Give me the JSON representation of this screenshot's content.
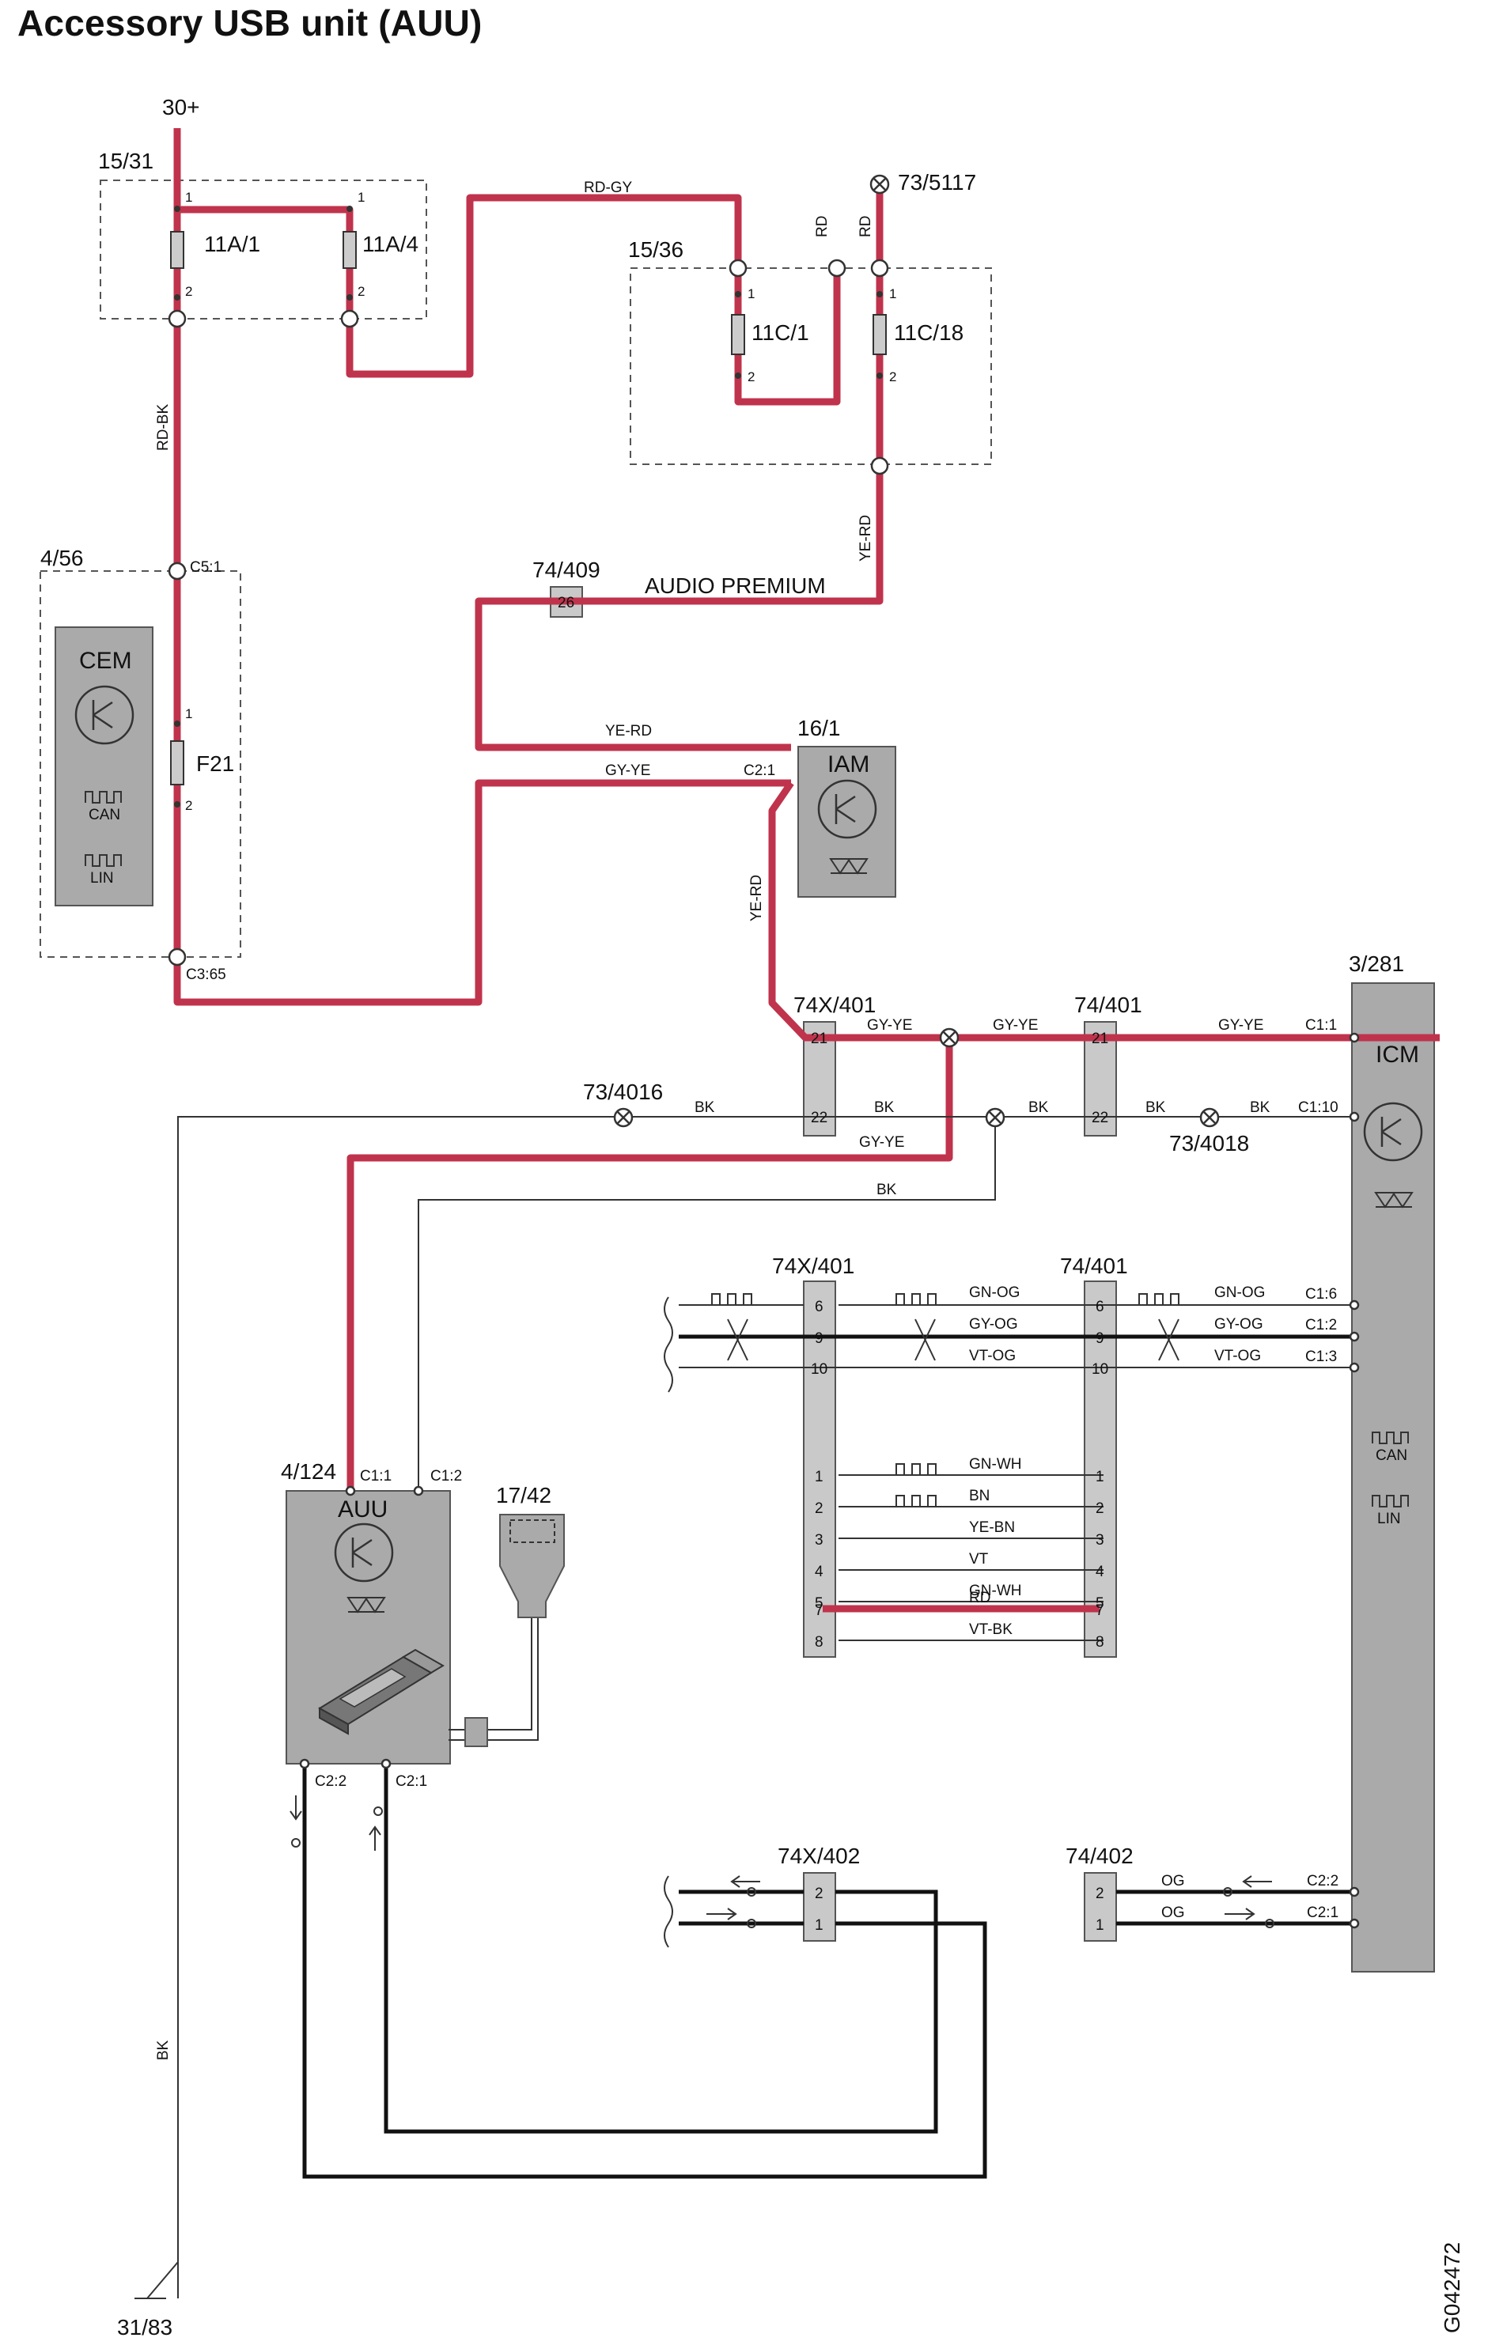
{
  "title": "Accessory USB unit (AUU)",
  "drawing_id": "G042472",
  "power": {
    "supply": "30+",
    "ground": "31/83"
  },
  "fuse_boxes": [
    {
      "id": "15/31",
      "fuses": [
        "11A/1",
        "11A/4"
      ]
    },
    {
      "id": "15/36",
      "fuses": [
        "11C/1",
        "11C/18"
      ]
    }
  ],
  "splices": [
    "73/5117",
    "73/4016",
    "73/4018"
  ],
  "cem": {
    "ref": "4/56",
    "name": "CEM",
    "fuse": "F21",
    "pin_in": "C5:1",
    "pin_out": "C3:65",
    "bus_can": "CAN",
    "bus_lin": "LIN"
  },
  "iam": {
    "ref": "16/1",
    "name": "IAM",
    "pin": "C2:1"
  },
  "icm": {
    "ref": "3/281",
    "name": "ICM",
    "bus_can": "CAN",
    "bus_lin": "LIN",
    "pins": [
      "C1:1",
      "C1:10",
      "C1:6",
      "C1:2",
      "C1:3",
      "C2:2",
      "C2:1"
    ]
  },
  "auu": {
    "ref": "4/124",
    "name": "AUU",
    "pins": [
      "C1:1",
      "C1:2",
      "C2:2",
      "C2:1"
    ]
  },
  "usb_port": {
    "ref": "17/42"
  },
  "connector_74_409": {
    "ref": "74/409",
    "pin": "26",
    "option": "AUDIO PREMIUM"
  },
  "connectors": {
    "x401": "74X/401",
    "c401": "74/401",
    "x402": "74X/402",
    "c402": "74/402",
    "pins_top": [
      "21",
      "22"
    ],
    "pins_bus": [
      "6",
      "9",
      "10"
    ],
    "pins_low": [
      "1",
      "2",
      "3",
      "4",
      "5",
      "7",
      "8"
    ],
    "pins_fiber": [
      "2",
      "1"
    ]
  },
  "wires": {
    "rd_gy": "RD-GY",
    "rd": "RD",
    "rd_bk": "RD-BK",
    "ye_rd": "YE-RD",
    "gy_ye": "GY-YE",
    "bk": "BK",
    "gn_og": "GN-OG",
    "gy_og": "GY-OG",
    "vt_og": "VT-OG",
    "gn_wh": "GN-WH",
    "bn": "BN",
    "ye_bn": "YE-BN",
    "vt": "VT",
    "vt_bk": "VT-BK",
    "og": "OG"
  },
  "pin_marks": {
    "one": "1",
    "two": "2"
  }
}
